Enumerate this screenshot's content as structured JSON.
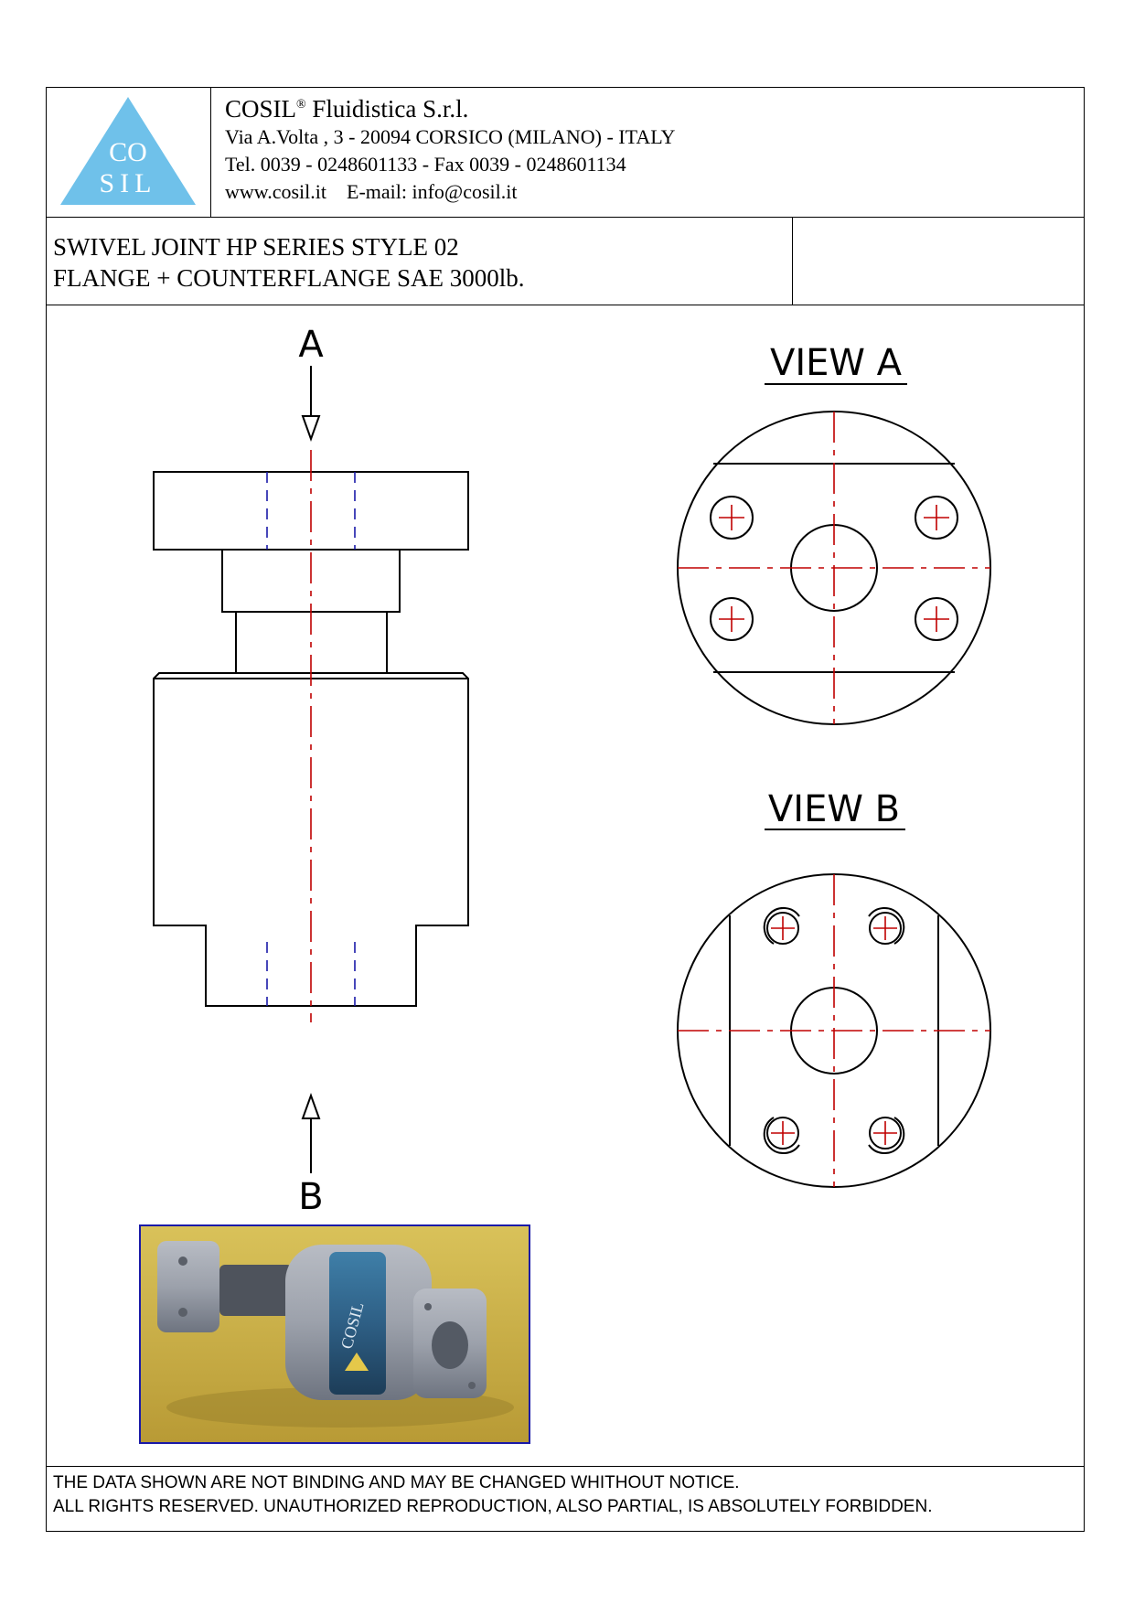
{
  "company": {
    "logo_top": "CO",
    "logo_bottom": "SIL",
    "name": "COSIL",
    "registered_mark": "®",
    "name_suffix": " Fluidistica S.r.l.",
    "address": "Via A.Volta , 3 - 20094 CORSICO (MILANO) - ITALY",
    "phone_fax": "Tel. 0039 - 0248601133 - Fax 0039 - 0248601134",
    "website": "www.cosil.it",
    "email": "E-mail: info@cosil.it"
  },
  "title": {
    "line1": "SWIVEL JOINT HP SERIES STYLE 02",
    "line2": "FLANGE + COUNTERFLANGE SAE 3000lb."
  },
  "drawing": {
    "arrow_top_label": "A",
    "arrow_bottom_label": "B",
    "view_a_label": "VIEW A",
    "view_b_label": "VIEW B"
  },
  "photo": {
    "band_text": "COSIL"
  },
  "footer": {
    "line1": "THE DATA SHOWN ARE NOT BINDING AND MAY BE CHANGED WHITHOUT NOTICE.",
    "line2": "ALL RIGHTS RESERVED. UNAUTHORIZED REPRODUCTION, ALSO PARTIAL, IS ABSOLUTELY FORBIDDEN."
  },
  "colors": {
    "logo_blue": "#6fc1ea",
    "centerline_red": "#c00000",
    "hidden_blue": "#1a1aa8",
    "photo_border": "#1a1aa8"
  }
}
